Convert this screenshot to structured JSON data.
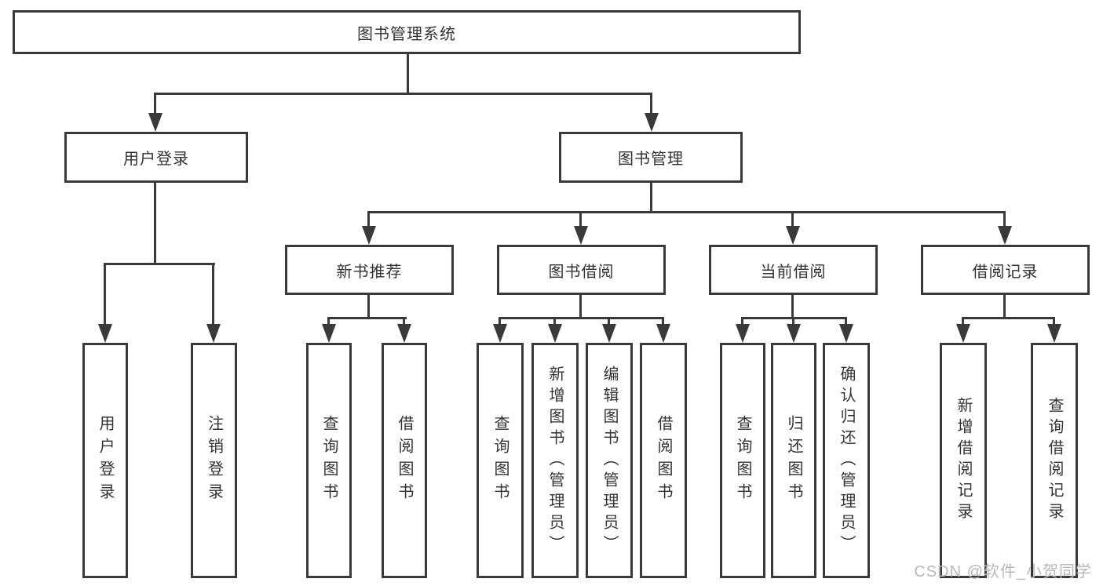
{
  "diagram_type": "hierarchy-flowchart",
  "tree": {
    "label": "图书管理系统",
    "children": [
      {
        "label": "用户登录",
        "children": [
          {
            "label": "用户登录"
          },
          {
            "label": "注销登录"
          }
        ]
      },
      {
        "label": "图书管理",
        "children": [
          {
            "label": "新书推荐",
            "children": [
              {
                "label": "查询图书"
              },
              {
                "label": "借阅图书"
              }
            ]
          },
          {
            "label": "图书借阅",
            "children": [
              {
                "label": "查询图书"
              },
              {
                "label": "新增图书（管理员）"
              },
              {
                "label": "编辑图书（管理员）"
              },
              {
                "label": "借阅图书"
              }
            ]
          },
          {
            "label": "当前借阅",
            "children": [
              {
                "label": "查询图书"
              },
              {
                "label": "归还图书"
              },
              {
                "label": "确认归还（管理员）"
              }
            ]
          },
          {
            "label": "借阅记录",
            "children": [
              {
                "label": "新增借阅记录"
              },
              {
                "label": "查询借阅记录"
              }
            ]
          }
        ]
      }
    ]
  },
  "watermark": {
    "text": "CSDN @软件_小贺同学"
  },
  "colors": {
    "line": "#3a3a3a",
    "box_border": "#3a3a3a",
    "text": "#333333",
    "background": "#ffffff",
    "watermark": "#b8b8b8"
  }
}
